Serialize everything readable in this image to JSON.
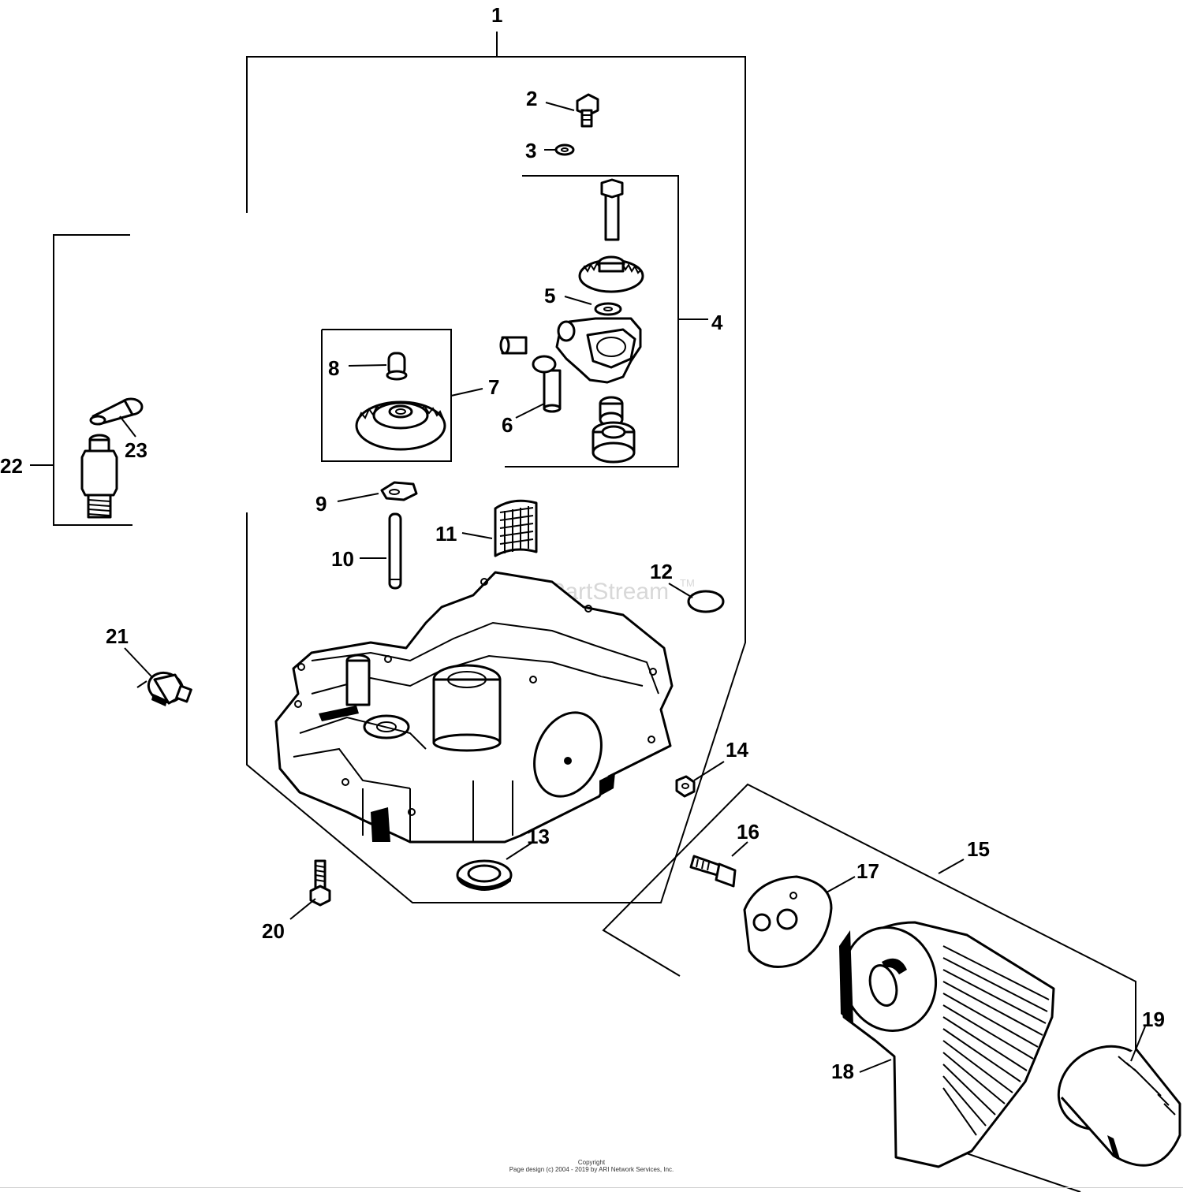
{
  "watermark": {
    "text": "ARI PartStream",
    "trademark": "TM",
    "color": "#d8d8d8"
  },
  "footer": {
    "line1": "Copyright",
    "line2": "Page design (c) 2004 - 2019 by ARI Network Services, Inc."
  },
  "callouts": {
    "c1": "1",
    "c2": "2",
    "c3": "3",
    "c4": "4",
    "c5": "5",
    "c6": "6",
    "c7": "7",
    "c8": "8",
    "c9": "9",
    "c10": "10",
    "c11": "11",
    "c12": "12",
    "c13": "13",
    "c14": "14",
    "c15": "15",
    "c16": "16",
    "c17": "17",
    "c18": "18",
    "c19": "19",
    "c20": "20",
    "c21": "21",
    "c22": "22",
    "c23": "23"
  }
}
